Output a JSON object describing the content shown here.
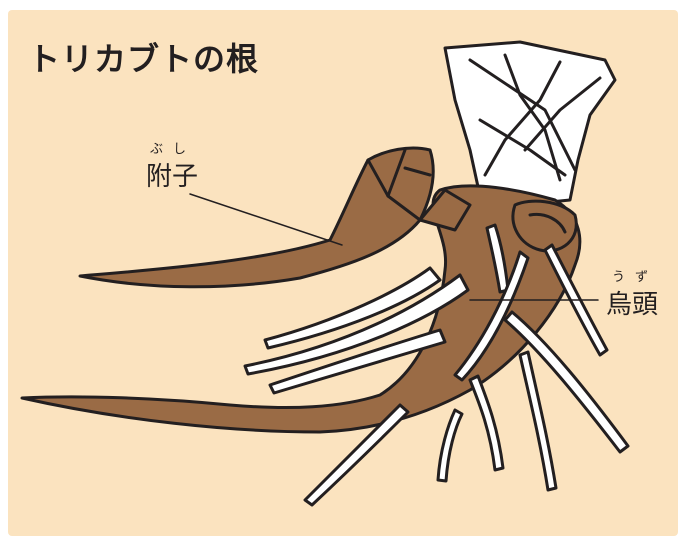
{
  "title": "トリカブトの根",
  "labels": {
    "bushi": {
      "text": "附子",
      "ruby": "ぶし"
    },
    "uzu": {
      "text": "烏頭",
      "ruby": "うず"
    }
  },
  "colors": {
    "background": "#fbe3bf",
    "root_fill": "#9a6b45",
    "rootlet_fill": "#ffffff",
    "outline": "#231f20"
  }
}
